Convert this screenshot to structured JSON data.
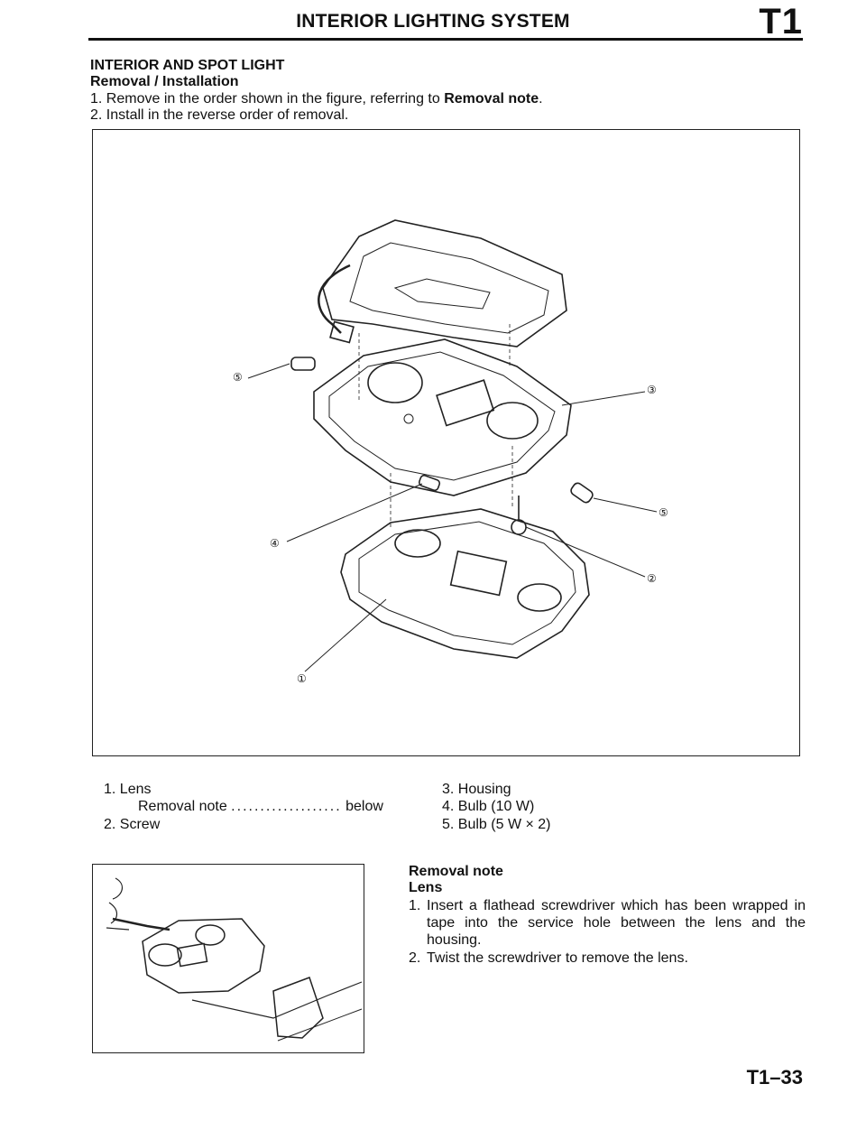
{
  "header": {
    "title": "INTERIOR LIGHTING SYSTEM",
    "section_code": "T1"
  },
  "section": {
    "title": "INTERIOR AND SPOT LIGHT",
    "subtitle": "Removal / Installation",
    "steps": [
      {
        "num": "1.",
        "text": "Remove in the order shown in the figure, referring to ",
        "bold": "Removal note",
        "end": "."
      },
      {
        "num": "2.",
        "text": "Install in the reverse order of removal."
      }
    ]
  },
  "figure": {
    "callouts": [
      "①",
      "②",
      "③",
      "④",
      "⑤",
      "⑤"
    ]
  },
  "legend": {
    "items": [
      {
        "num": "1.",
        "label": "Lens"
      },
      {
        "sub": "Removal note",
        "dots": "...................",
        "ref": "below"
      },
      {
        "num": "2.",
        "label": "Screw"
      },
      {
        "num": "3.",
        "label": "Housing"
      },
      {
        "num": "4.",
        "label": "Bulb (10 W)"
      },
      {
        "num": "5.",
        "label": "Bulb (5 W × 2)"
      }
    ]
  },
  "removal_note": {
    "title": "Removal note",
    "subtitle": "Lens",
    "steps": [
      {
        "num": "1.",
        "text": "Insert a flathead screwdriver which has been wrapped in tape into the service hole between the lens and the housing."
      },
      {
        "num": "2.",
        "text": "Twist the screwdriver to remove the lens."
      }
    ]
  },
  "page_number": "T1–33"
}
